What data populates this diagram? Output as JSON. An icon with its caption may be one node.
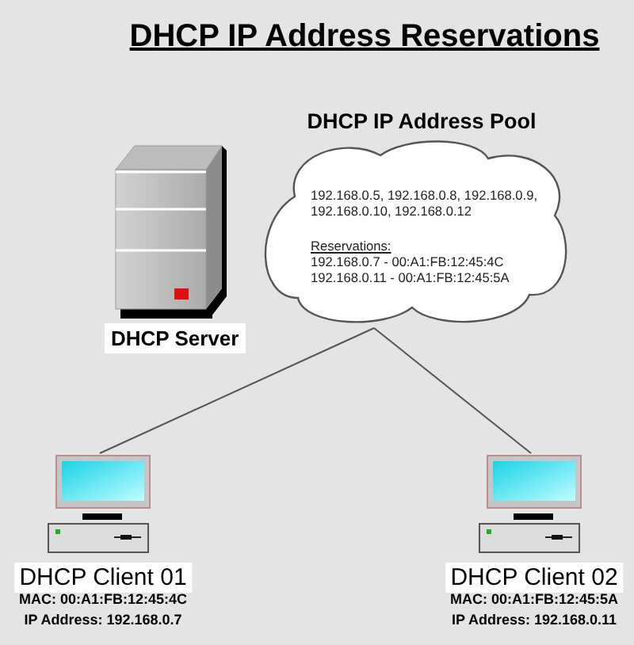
{
  "diagram": {
    "title": "DHCP IP Address Reservations",
    "nodes": [
      {
        "text": [
          "DHCP IP Address Pool",
          "192.168.0.5, 192.168.0.8, 192.168.0.9, 192.168.0.10, 192.168.0.12",
          "Reservations:",
          "192.168.0.7 - 00:A1:FB:12:45:4C",
          "192.168.0.11 - 00:A1:FB:12:45:5A"
        ]
      },
      {
        "text": [
          "DHCP Server"
        ]
      },
      {
        "text": [
          "DHCP Client 01",
          "MAC: 00:A1:FB:12:45:4C",
          "IP Address: 192.168.0.7"
        ]
      },
      {
        "text": [
          "DHCP Client 02",
          "MAC: 00:A1:FB:12:45:5A",
          "IP Address: 192.168.0.11"
        ]
      }
    ],
    "edges": [
      {
        "from": 0,
        "to": 2,
        "arrow": "none"
      },
      {
        "from": 0,
        "to": 3,
        "arrow": "none"
      }
    ]
  }
}
